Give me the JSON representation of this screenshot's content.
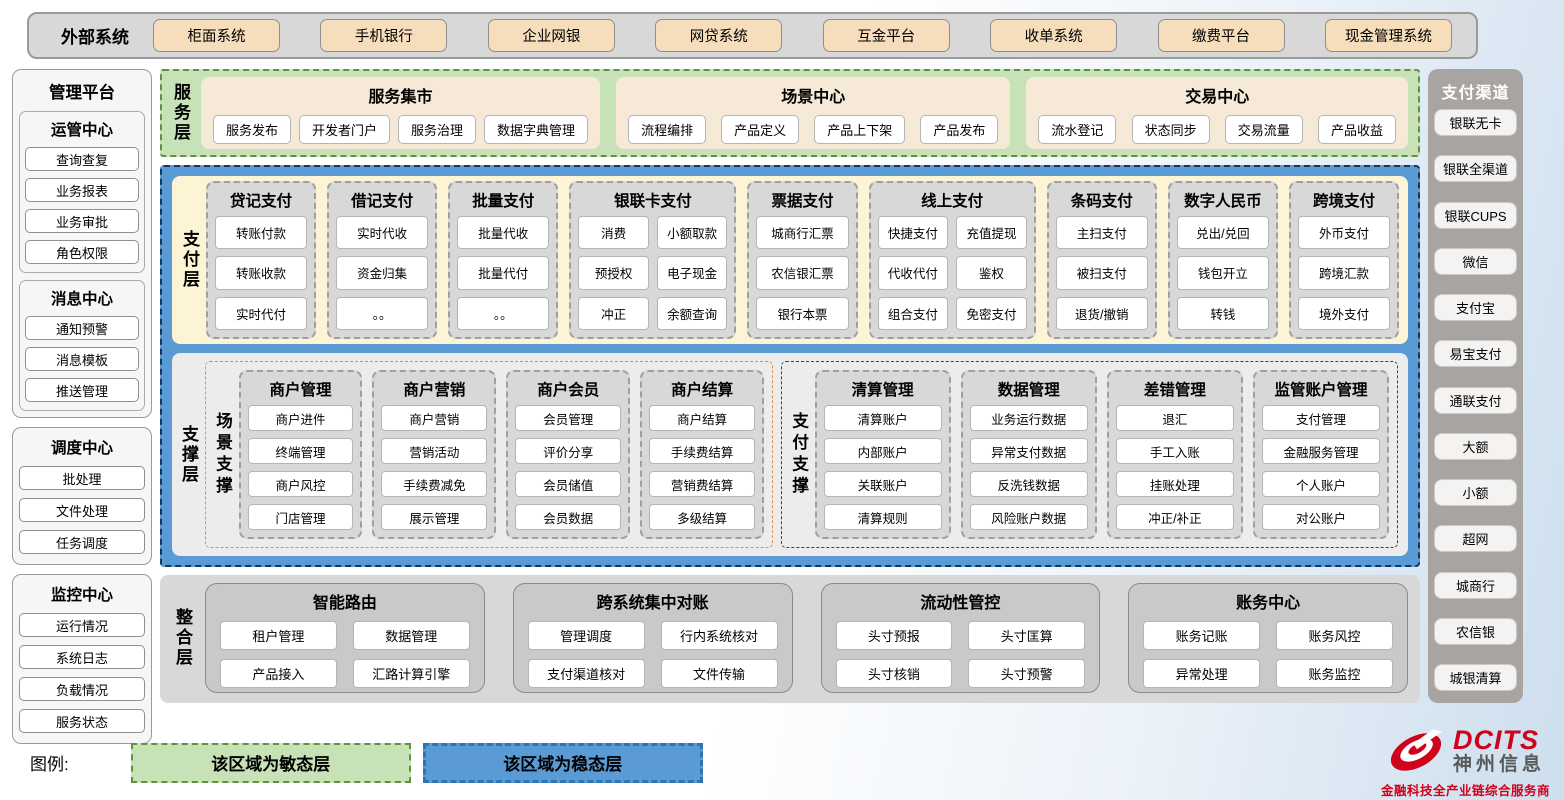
{
  "page": {
    "legend_label": "图例:",
    "legend_items": [
      {
        "text": "该区域为敏态层",
        "style": "green"
      },
      {
        "text": "该区域为稳态层",
        "style": "blue"
      }
    ]
  },
  "colors": {
    "agile_green": "#c8e2b7",
    "stable_blue": "#5b9bd5",
    "stable_border": "#17365d",
    "panel_tan": "#f7e9d7",
    "button_tan": "#f6debc",
    "payment_cream": "#fdf3d5",
    "gray_panel": "#d8d8d8",
    "logo_red": "#d0021b"
  },
  "external_systems": {
    "title": "外部系统",
    "items": [
      "柜面系统",
      "手机银行",
      "企业网银",
      "网贷系统",
      "互金平台",
      "收单系统",
      "缴费平台",
      "现金管理系统"
    ]
  },
  "management_platform": {
    "title": "管理平台",
    "groups": [
      {
        "title": "运管中心",
        "items": [
          "查询查复",
          "业务报表",
          "业务审批",
          "角色权限"
        ]
      },
      {
        "title": "消息中心",
        "items": [
          "通知预警",
          "消息模板",
          "推送管理"
        ]
      },
      {
        "title": "调度中心",
        "items": [
          "批处理",
          "文件处理",
          "任务调度"
        ]
      },
      {
        "title": "监控中心",
        "items": [
          "运行情况",
          "系统日志",
          "负载情况",
          "服务状态"
        ]
      }
    ]
  },
  "payment_channels": {
    "title": "支付渠道",
    "items": [
      "银联无卡",
      "银联全渠道",
      "银联CUPS",
      "微信",
      "支付宝",
      "易宝支付",
      "通联支付",
      "大额",
      "小额",
      "超网",
      "城商行",
      "农信银",
      "城银清算"
    ]
  },
  "service_layer": {
    "label": "服务层",
    "panels": [
      {
        "title": "服务集市",
        "items": [
          "服务发布",
          "开发者门户",
          "服务治理",
          "数据字典管理"
        ]
      },
      {
        "title": "场景中心",
        "items": [
          "流程编排",
          "产品定义",
          "产品上下架",
          "产品发布"
        ]
      },
      {
        "title": "交易中心",
        "items": [
          "流水登记",
          "状态同步",
          "交易流量",
          "产品收益"
        ]
      }
    ]
  },
  "payment_layer": {
    "label": "支付层",
    "columns": [
      {
        "title": "贷记支付",
        "cols": 1,
        "items": [
          "转账付款",
          "转账收款",
          "实时代付"
        ]
      },
      {
        "title": "借记支付",
        "cols": 1,
        "items": [
          "实时代收",
          "资金归集",
          "。。"
        ]
      },
      {
        "title": "批量支付",
        "cols": 1,
        "items": [
          "批量代收",
          "批量代付",
          "。。"
        ]
      },
      {
        "title": "银联卡支付",
        "cols": 2,
        "items": [
          "消费",
          "小额取款",
          "预授权",
          "电子现金",
          "冲正",
          "余额查询"
        ]
      },
      {
        "title": "票据支付",
        "cols": 1,
        "items": [
          "城商行汇票",
          "农信银汇票",
          "银行本票"
        ]
      },
      {
        "title": "线上支付",
        "cols": 2,
        "items": [
          "快捷支付",
          "充值提现",
          "代收代付",
          "鉴权",
          "组合支付",
          "免密支付"
        ]
      },
      {
        "title": "条码支付",
        "cols": 1,
        "items": [
          "主扫支付",
          "被扫支付",
          "退货/撤销"
        ]
      },
      {
        "title": "数字人民币",
        "cols": 1,
        "items": [
          "兑出/兑回",
          "钱包开立",
          "转钱"
        ]
      },
      {
        "title": "跨境支付",
        "cols": 1,
        "items": [
          "外币支付",
          "跨境汇款",
          "境外支付"
        ]
      }
    ]
  },
  "support_layer": {
    "label": "支撑层",
    "sections": [
      {
        "label": "场景支撑",
        "style": "orange",
        "columns": [
          {
            "title": "商户管理",
            "items": [
              "商户进件",
              "终端管理",
              "商户风控",
              "门店管理"
            ]
          },
          {
            "title": "商户营销",
            "items": [
              "商户营销",
              "营销活动",
              "手续费减免",
              "展示管理"
            ]
          },
          {
            "title": "商户会员",
            "items": [
              "会员管理",
              "评价分享",
              "会员储值",
              "会员数据"
            ]
          },
          {
            "title": "商户结算",
            "items": [
              "商户结算",
              "手续费结算",
              "营销费结算",
              "多级结算"
            ]
          }
        ]
      },
      {
        "label": "支付支撑",
        "style": "dark",
        "columns": [
          {
            "title": "清算管理",
            "items": [
              "清算账户",
              "内部账户",
              "关联账户",
              "清算规则"
            ]
          },
          {
            "title": "数据管理",
            "items": [
              "业务运行数据",
              "异常支付数据",
              "反洗钱数据",
              "风险账户数据"
            ]
          },
          {
            "title": "差错管理",
            "items": [
              "退汇",
              "手工入账",
              "挂账处理",
              "冲正/补正"
            ]
          },
          {
            "title": "监管账户管理",
            "items": [
              "支付管理",
              "金融服务管理",
              "个人账户",
              "对公账户"
            ]
          }
        ]
      }
    ]
  },
  "integration_layer": {
    "label": "整合层",
    "panels": [
      {
        "title": "智能路由",
        "items": [
          "租户管理",
          "数据管理",
          "产品接入",
          "汇路计算引擎"
        ]
      },
      {
        "title": "跨系统集中对账",
        "items": [
          "管理调度",
          "行内系统核对",
          "支付渠道核对",
          "文件传输"
        ]
      },
      {
        "title": "流动性管控",
        "items": [
          "头寸预报",
          "头寸匡算",
          "头寸核销",
          "头寸预警"
        ]
      },
      {
        "title": "账务中心",
        "items": [
          "账务记账",
          "账务风控",
          "异常处理",
          "账务监控"
        ]
      }
    ]
  },
  "logo": {
    "brand": "DCITS",
    "company": "神州信息",
    "tagline": "金融科技全产业链综合服务商"
  }
}
